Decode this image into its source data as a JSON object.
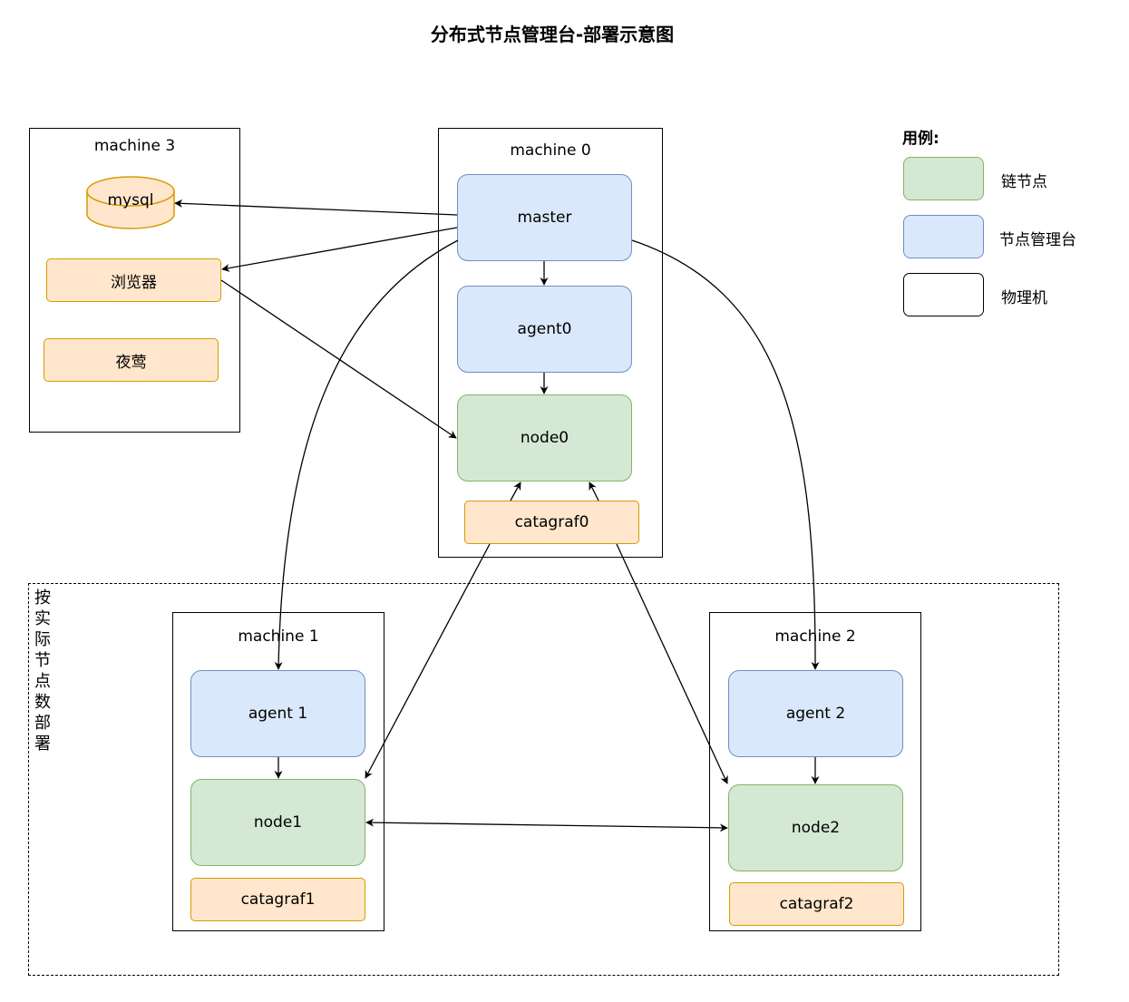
{
  "title": "分布式节点管理台-部署示意图",
  "region_label": "按实际节点数部署",
  "machines": {
    "m0": {
      "label": "machine 0",
      "master": "master",
      "agent": "agent0",
      "node": "node0",
      "catagraf": "catagraf0"
    },
    "m1": {
      "label": "machine 1",
      "agent": "agent 1",
      "node": "node1",
      "catagraf": "catagraf1"
    },
    "m2": {
      "label": "machine 2",
      "agent": "agent 2",
      "node": "node2",
      "catagraf": "catagraf2"
    },
    "m3": {
      "label": "machine 3",
      "mysql": "mysql",
      "browser": "浏览器",
      "nightingale": "夜莺"
    }
  },
  "legend": {
    "title": "用例:",
    "items": [
      {
        "label": "链节点",
        "style": "green"
      },
      {
        "label": "节点管理台",
        "style": "blue"
      },
      {
        "label": "物理机",
        "style": "white"
      }
    ]
  },
  "colors": {
    "blue_fill": "#dae8fc",
    "blue_stroke": "#6c8ebf",
    "green_fill": "#d5e8d4",
    "green_stroke": "#82b366",
    "orange_fill": "#ffe6cc",
    "orange_stroke": "#d79b00"
  }
}
